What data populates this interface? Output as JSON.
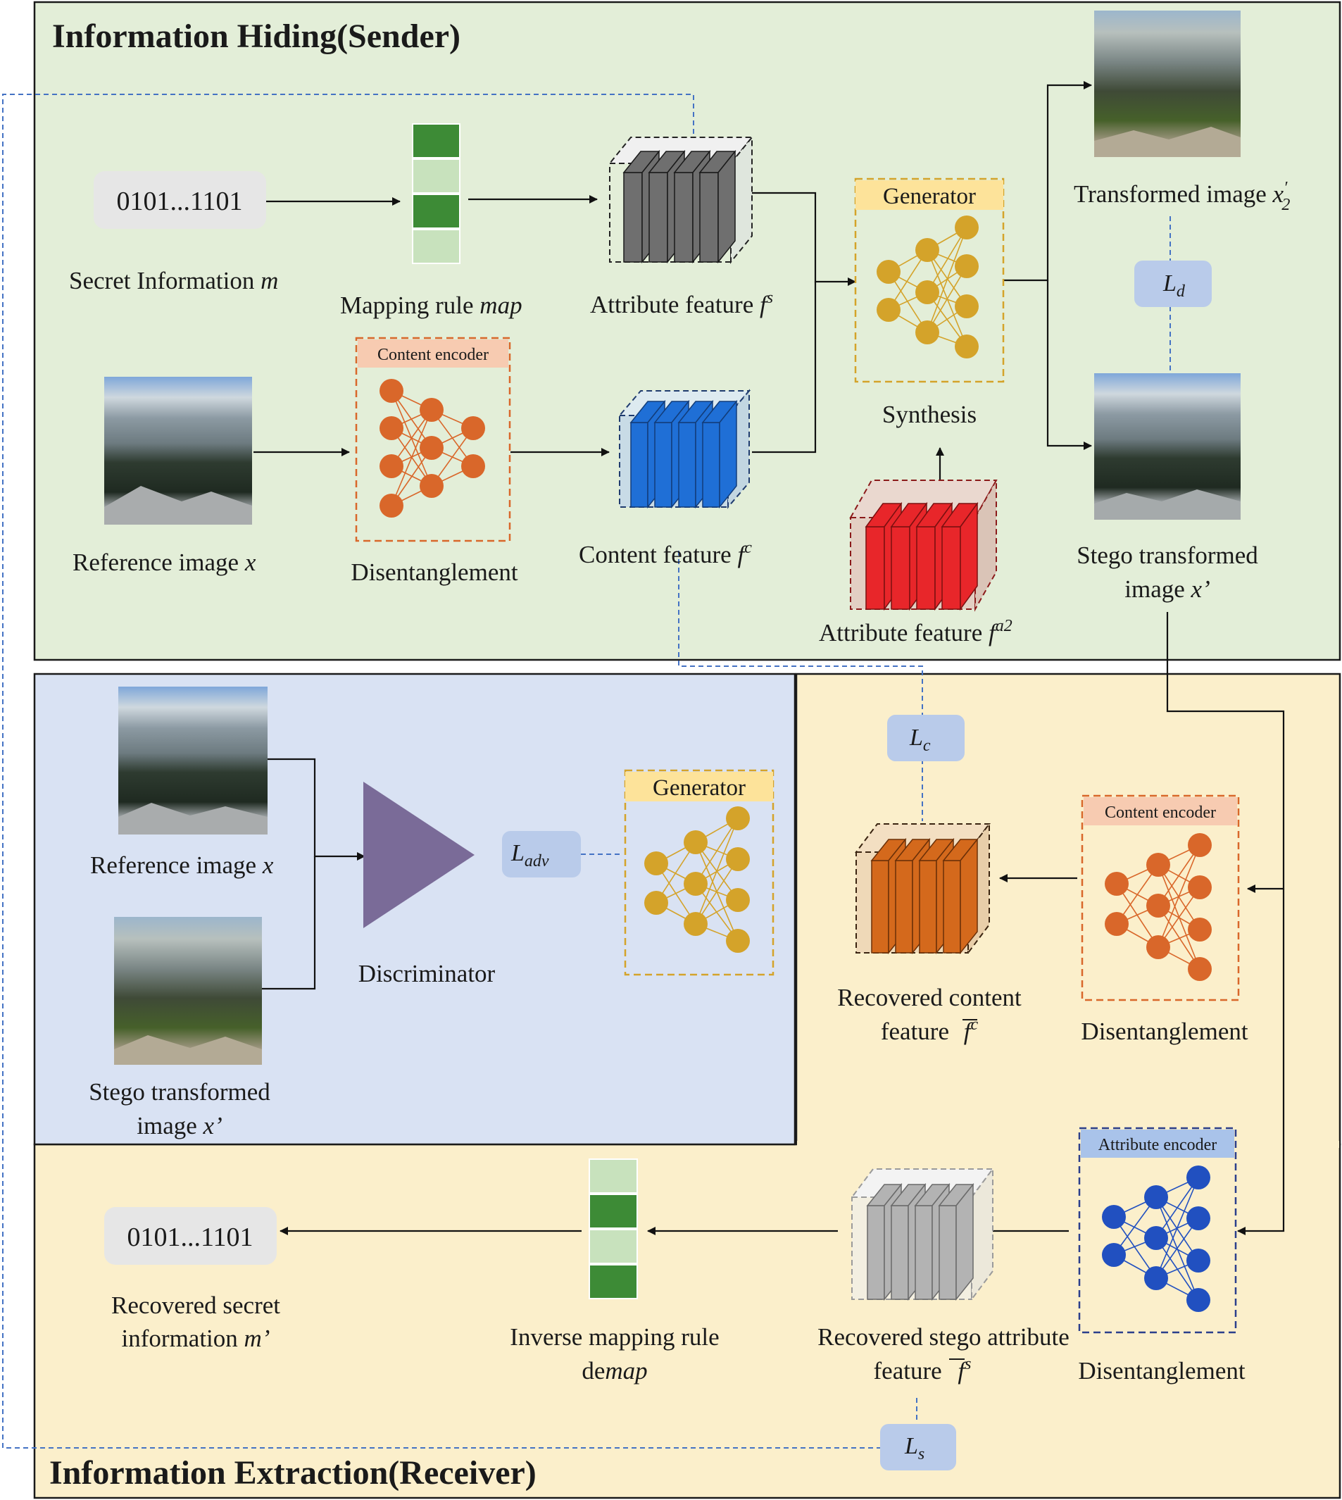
{
  "sections": {
    "sender_title": "Information Hiding(Sender)",
    "receiver_title": "Information Extraction(Receiver)"
  },
  "sender": {
    "secret_bits": "0101...1101",
    "secret_label": "Secret Information",
    "secret_symbol": "m",
    "mapping_label": "Mapping rule",
    "mapping_symbol": "map",
    "attr_feature_label": "Attribute feature",
    "attr_feature_symbol": "f",
    "attr_feature_sup": "s",
    "generator_label": "Generator",
    "synthesis_label": "Synthesis",
    "content_encoder_label": "Content encoder",
    "disentanglement_label": "Disentanglement",
    "reference_label": "Reference image",
    "reference_symbol": "x",
    "content_feature_label": "Content feature",
    "content_feature_symbol": "f",
    "content_feature_sup": "c",
    "attr2_label": "Attribute feature",
    "attr2_symbol": "f",
    "attr2_sup": "a2",
    "transformed_label": "Transformed image",
    "transformed_symbol": "x",
    "transformed_sub": "2",
    "transformed_prime": "′",
    "loss_d": "L",
    "loss_d_sub": "d",
    "stego_label_1": "Stego transformed",
    "stego_label_2": "image",
    "stego_symbol": "x’"
  },
  "discriminator_panel": {
    "reference_label": "Reference image",
    "reference_symbol": "x",
    "stego_label_1": "Stego transformed",
    "stego_label_2": "image",
    "stego_symbol": "x’",
    "discriminator_label": "Discriminator",
    "loss_adv": "L",
    "loss_adv_sub": "adv",
    "generator_label": "Generator"
  },
  "receiver": {
    "loss_c": "L",
    "loss_c_sub": "c",
    "content_encoder_label": "Content encoder",
    "disentanglement_label_1": "Disentanglement",
    "recovered_content_1": "Recovered content",
    "recovered_content_2": "feature",
    "recovered_content_symbol": "f",
    "recovered_content_sup": "c",
    "attribute_encoder_label": "Attribute encoder",
    "disentanglement_label_2": "Disentanglement",
    "recovered_attr_1": "Recovered stego attribute",
    "recovered_attr_2": "feature",
    "recovered_attr_symbol": "f",
    "recovered_attr_sup": "s",
    "inverse_label_1": "Inverse mapping rule",
    "inverse_prefix": "de",
    "inverse_symbol": "map",
    "recovered_bits": "0101...1101",
    "recovered_secret_1": "Recovered secret",
    "recovered_secret_2": "information",
    "recovered_secret_symbol": "m’",
    "loss_s": "L",
    "loss_s_sub": "s"
  },
  "colors": {
    "sender_bg": "#e3eed8",
    "disc_bg": "#d9e2f3",
    "receiver_bg": "#fbefcb",
    "generator_yellow": "#d4a32a",
    "encoder_orange": "#d9672a",
    "attr_encoder_blue": "#2150c0",
    "content_blue": "#1f6fd6",
    "attr_red": "#e8262a",
    "recovered_orange": "#d4691c",
    "recovered_gray": "#b3b3b3",
    "dark_gray": "#6f6f6f",
    "discriminator_purple": "#7a6b98",
    "loss_box": "#b9cbea",
    "green_dark": "#3d8b36",
    "green_light": "#c8e2bd"
  },
  "icons": [
    "rock-landscape-image",
    "neural-network-icon",
    "feature-stack-icon",
    "discriminator-triangle-icon"
  ]
}
